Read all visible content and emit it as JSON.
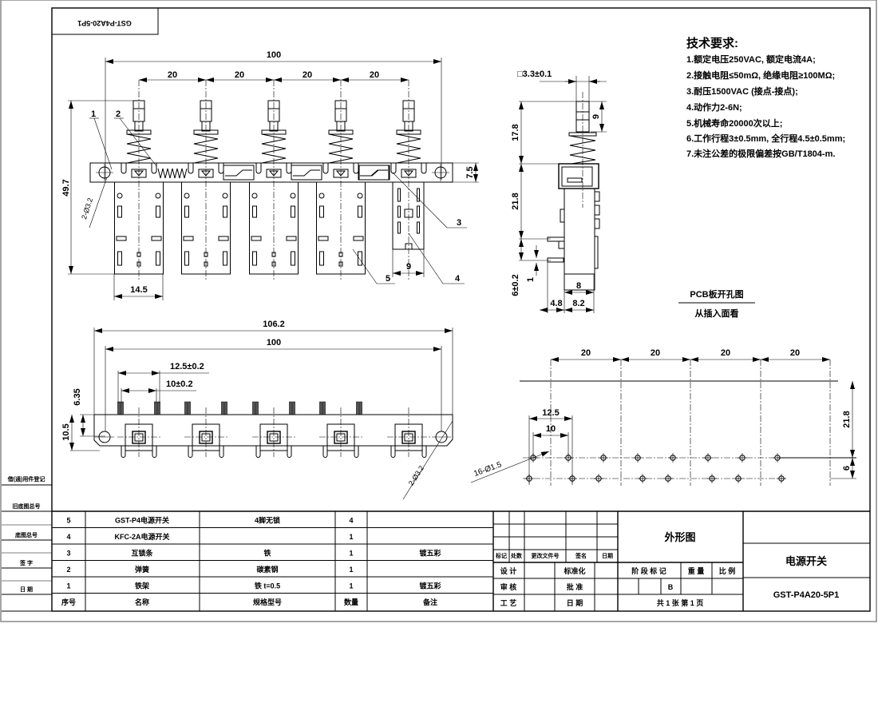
{
  "title_flipped": "GST-P4A20-5P1",
  "tech": {
    "title": "技术要求:",
    "items": [
      "1.额定电压250VAC, 额定电流4A;",
      "2.接触电阻≤50mΩ, 绝缘电阻≥100MΩ;",
      "3.耐压1500VAC (接点-接点);",
      "4.动作力2-6N;",
      "5.机械寿命20000次以上;",
      "6.工作行程3±0.5mm, 全行程4.5±0.5mm;",
      "7.未注公差的极限偏差按GB/T1804-m."
    ]
  },
  "front_view": {
    "overall": "100",
    "pitch": [
      "20",
      "20",
      "20",
      "20"
    ],
    "height": "49.7",
    "body_width": "14.5",
    "body4_width": "9",
    "rail_height": "7.5",
    "holes": "2-Ø3.2",
    "callouts": [
      "1",
      "2",
      "3",
      "4",
      "5"
    ]
  },
  "side_view": {
    "stem": "□3.3±0.1",
    "d17_8": "17.8",
    "d9": "9",
    "d21_8": "21.8",
    "d6": "6±0.2",
    "d1": "1",
    "d8": "8",
    "d4_8": "4.8",
    "d8_2": "8.2"
  },
  "bottom_view": {
    "overall": "106.2",
    "hole_pitch": "100",
    "d12_5": "12.5±0.2",
    "d10": "10±0.2",
    "d6_35": "6.35",
    "d10_5": "10.5",
    "holes": "2-Ø3.2"
  },
  "pcb": {
    "title": "PCB板开孔图",
    "subtitle": "从插入面看",
    "pitch": [
      "20",
      "20",
      "20",
      "20"
    ],
    "d12_5": "12.5",
    "d10": "10",
    "d21_8": "21.8",
    "d6": "6",
    "holes": "16-Ø1.5"
  },
  "side_stamps": [
    "借(通)用件登记",
    "旧底图总号",
    "底图总号",
    "签  字",
    "日  期"
  ],
  "bom": {
    "rows": [
      {
        "seq": "5",
        "name": "GST-P4电源开关",
        "spec": "4脚无锁",
        "qty": "4",
        "note": ""
      },
      {
        "seq": "4",
        "name": "KFC-2A电源开关",
        "spec": "",
        "qty": "1",
        "note": ""
      },
      {
        "seq": "3",
        "name": "互锁条",
        "spec": "铁",
        "qty": "1",
        "note": "镀五彩"
      },
      {
        "seq": "2",
        "name": "弹簧",
        "spec": "碳素钢",
        "qty": "1",
        "note": ""
      },
      {
        "seq": "1",
        "name": "铁架",
        "spec": "铁  t=0.5",
        "qty": "1",
        "note": "镀五彩"
      }
    ],
    "header": {
      "seq": "序号",
      "name": "名称",
      "spec": "规格型号",
      "qty": "数量",
      "note": "备注"
    }
  },
  "title_block": {
    "rev_headers": [
      "标记",
      "处数",
      "更改文件号",
      "签名",
      "日期"
    ],
    "design": "设 计",
    "standard": "标准化",
    "review": "审 核",
    "approve": "批 准",
    "process": "工 艺",
    "date": "日 期",
    "stage": "阶 段 标 记",
    "weight": "重 量",
    "scale": "比 例",
    "stage_value": "B",
    "drawing_type": "外形图",
    "sheets": "共 1 张    第 1 页",
    "product_name": "电源开关",
    "drawing_no": "GST-P4A20-5P1"
  }
}
